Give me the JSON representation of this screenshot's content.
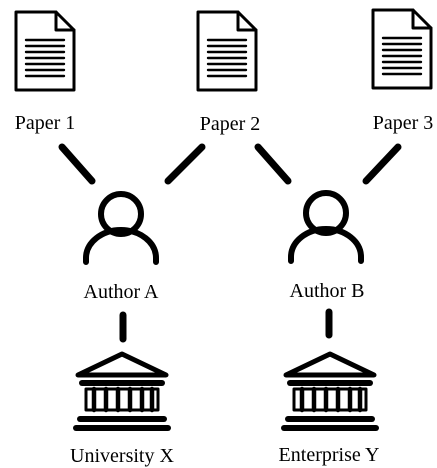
{
  "papers": [
    {
      "label": "Paper 1",
      "icon": "document-icon"
    },
    {
      "label": "Paper 2",
      "icon": "document-icon"
    },
    {
      "label": "Paper 3",
      "icon": "document-icon"
    }
  ],
  "authors": [
    {
      "label": "Author A",
      "icon": "person-icon"
    },
    {
      "label": "Author B",
      "icon": "person-icon"
    }
  ],
  "organizations": [
    {
      "label": "University X",
      "icon": "building-icon"
    },
    {
      "label": "Enterprise Y",
      "icon": "building-icon"
    }
  ],
  "edges": [
    {
      "from": "Paper 1",
      "to": "Author A"
    },
    {
      "from": "Paper 2",
      "to": "Author A"
    },
    {
      "from": "Paper 2",
      "to": "Author B"
    },
    {
      "from": "Paper 3",
      "to": "Author B"
    },
    {
      "from": "Author A",
      "to": "University X"
    },
    {
      "from": "Author B",
      "to": "Enterprise Y"
    }
  ],
  "colors": {
    "stroke": "#000000",
    "background": "#ffffff"
  }
}
